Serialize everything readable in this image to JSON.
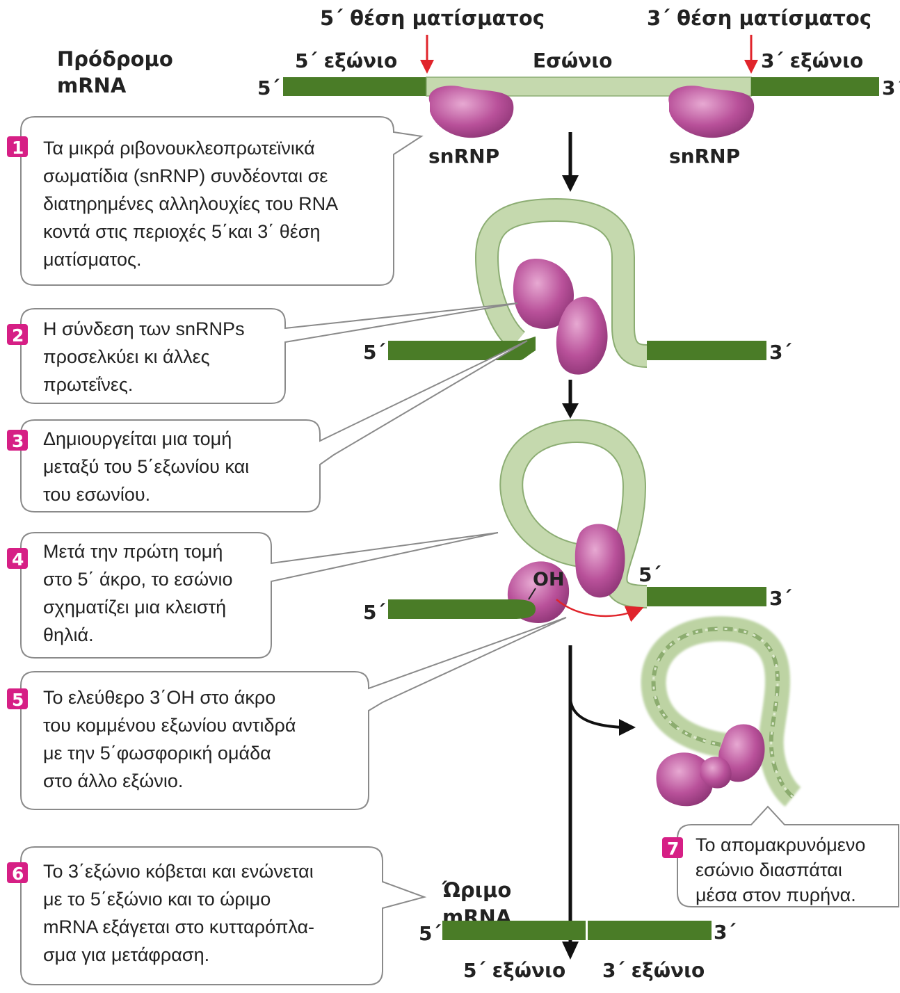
{
  "header": {
    "site5_label": "5΄ θέση ματίσματος",
    "site3_label": "3΄ θέση ματίσματος"
  },
  "precursor": {
    "title_line1": "Πρόδρομο",
    "title_line2": "mRNA",
    "exon5_label": "5΄ εξώνιο",
    "intron_label": "Εσώνιο",
    "exon3_label": "3΄ εξώνιο",
    "end5": "5΄",
    "end3": "3΄",
    "snrnp_left": "snRNP",
    "snrnp_right": "snRNP"
  },
  "stage2": {
    "end5": "5΄",
    "end3": "3΄"
  },
  "stage3": {
    "oh_label": "OH",
    "end5_left": "5΄",
    "end5_right": "5΄",
    "end3": "3΄"
  },
  "mature": {
    "title_line1": "Ώριμο",
    "title_line2": "mRNA",
    "end5": "5΄",
    "end3": "3΄",
    "exon5_label": "5΄ εξώνιο",
    "exon3_label": "3΄ εξώνιο"
  },
  "steps": [
    {
      "num": "1",
      "lines": [
        "Τα μικρά ριβονουκλεοπρωτεϊνικά",
        "σωματίδια (snRNP) συνδέονται σε",
        "διατηρημένες αλληλουχίες του RNA",
        "κοντά στις περιοχές 5΄και 3΄ θέση",
        "ματίσματος."
      ]
    },
    {
      "num": "2",
      "lines": [
        "Η σύνδεση των snRNPs",
        "προσελκύει κι άλλες",
        "πρωτεΐνες."
      ]
    },
    {
      "num": "3",
      "lines": [
        "Δημιουργείται  μια τομή",
        "μεταξύ του 5΄εξωνίου και",
        "του εσωνίου."
      ]
    },
    {
      "num": "4",
      "lines": [
        "Μετά την πρώτη τομή",
        "στο 5΄ άκρο, το εσώνιο",
        "σχηματίζει μια κλειστή",
        "θηλιά."
      ]
    },
    {
      "num": "5",
      "lines": [
        "Το ελεύθερο 3΄OH στο άκρο",
        "του κομμένου εξωνίου αντιδρά",
        "με την 5΄φωσφορική ομάδα",
        "στο άλλο εξώνιο."
      ]
    },
    {
      "num": "6",
      "lines": [
        "Το 3΄εξώνιο κόβεται και ενώνεται",
        "με το 5΄εξώνιο και το ώριμο",
        "mRNA εξάγεται στο κυτταρόπλα-",
        "σμα για μετάφραση."
      ]
    },
    {
      "num": "7",
      "lines": [
        "Το απομακρυνόμενο",
        "εσώνιο διασπάται",
        "μέσα στον πυρήνα."
      ]
    }
  ],
  "colors": {
    "exon": "#4a7c27",
    "intron": "#c5d9ae",
    "intron_stroke": "#8cad73",
    "snrnp": "#b9519a",
    "badge": "#d61f85",
    "red_arrow": "#e0242b"
  }
}
